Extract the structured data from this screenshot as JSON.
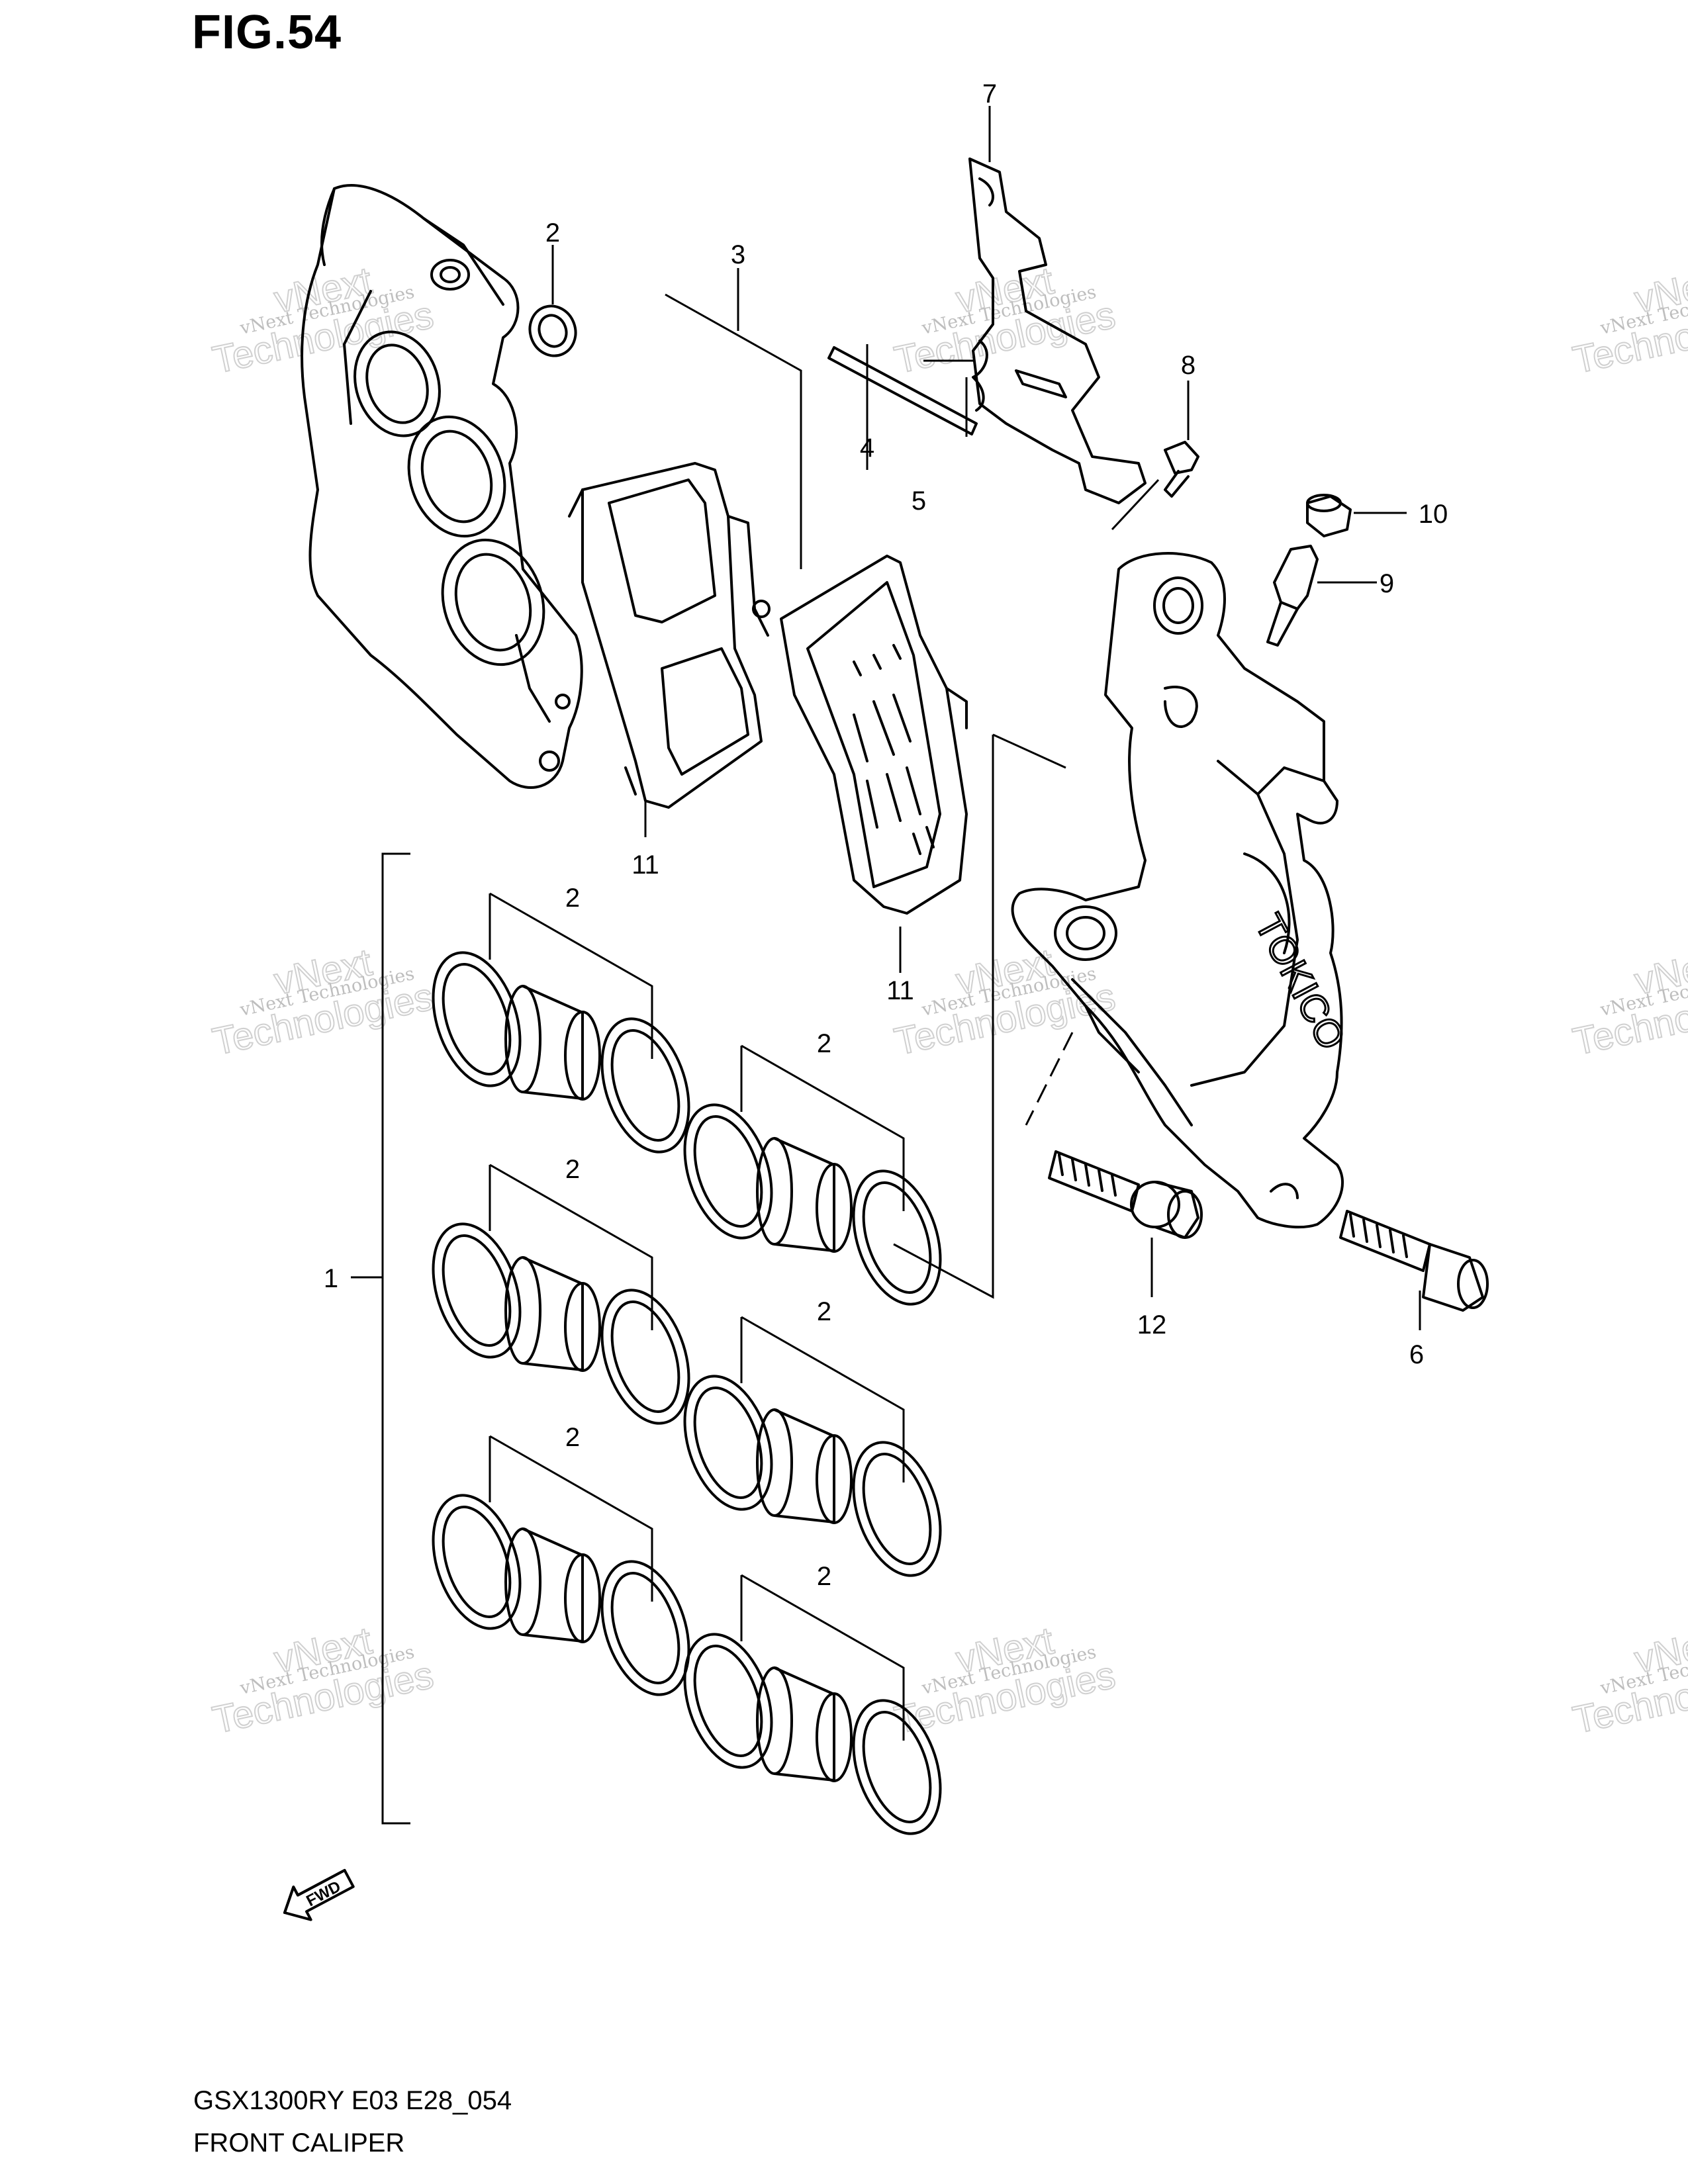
{
  "figure_title": "FIG.54",
  "footer": {
    "model_code": "GSX1300RY E03 E28_054",
    "part_name": "FRONT CALIPER"
  },
  "brand_marks": {
    "caliper_logo": "TOKICO",
    "fwd_arrow": "FWD"
  },
  "watermark": {
    "line1": "vNext Technologies",
    "line2": "vNext",
    "line3": "Technologies"
  },
  "callouts": {
    "c1": "1",
    "c2a": "2",
    "c2b": "2",
    "c2c": "2",
    "c2d": "2",
    "c2e": "2",
    "c2f": "2",
    "c2g": "2",
    "c3": "3",
    "c4": "4",
    "c5": "5",
    "c6": "6",
    "c7": "7",
    "c8": "8",
    "c9": "9",
    "c10": "10",
    "c11a": "11",
    "c11b": "11",
    "c12": "12"
  }
}
